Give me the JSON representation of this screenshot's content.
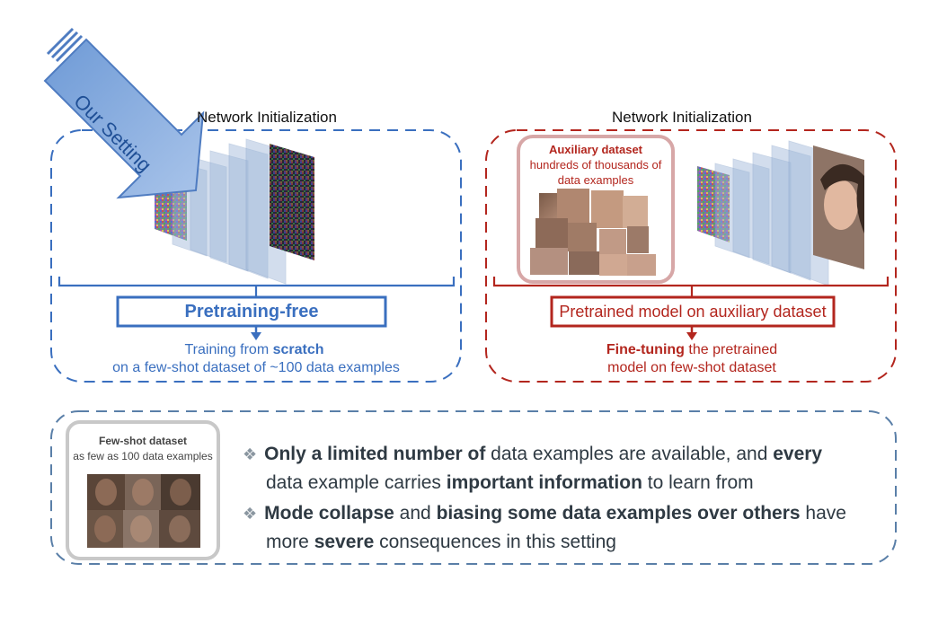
{
  "setting_arrow": {
    "label": "Our Setting"
  },
  "left_panel": {
    "title": "Network Initialization",
    "box_label": "Pretraining-free",
    "caption_line1_prefix": "Training from ",
    "caption_line1_bold": "scratch",
    "caption_line2": "on a few-shot dataset of ~100 data examples"
  },
  "right_panel": {
    "title": "Network Initialization",
    "aux_dataset": {
      "title": "Auxiliary dataset",
      "line1": "hundreds of thousands of",
      "line2": "data examples"
    },
    "box_label": "Pretrained model on auxiliary dataset",
    "caption_line1_bold": "Fine-tuning",
    "caption_line1_rest": " the pretrained",
    "caption_line2": "model on few-shot dataset"
  },
  "bottom_panel": {
    "few_shot": {
      "title": "Few-shot dataset",
      "subtitle": "as few as 100 data examples"
    },
    "bullets": [
      {
        "line1": [
          {
            "t": "Only a limited number of",
            "b": true
          },
          {
            "t": " data examples are available, and ",
            "b": false
          },
          {
            "t": "every",
            "b": true
          }
        ],
        "line2": [
          {
            "t": "data example carries ",
            "b": false
          },
          {
            "t": "important information",
            "b": true
          },
          {
            "t": " to learn from",
            "b": false
          }
        ]
      },
      {
        "line1": [
          {
            "t": "Mode collapse",
            "b": true
          },
          {
            "t": " and ",
            "b": false
          },
          {
            "t": "biasing some data examples over others",
            "b": true
          },
          {
            "t": " have",
            "b": false
          }
        ],
        "line2": [
          {
            "t": "more ",
            "b": false
          },
          {
            "t": "severe",
            "b": true
          },
          {
            "t": " consequences in this setting",
            "b": false
          }
        ]
      }
    ]
  },
  "colors": {
    "blue": "#3a6fbf",
    "red": "#b3261e",
    "slate": "#5a7fa8",
    "gray": "#c8c8c8"
  }
}
